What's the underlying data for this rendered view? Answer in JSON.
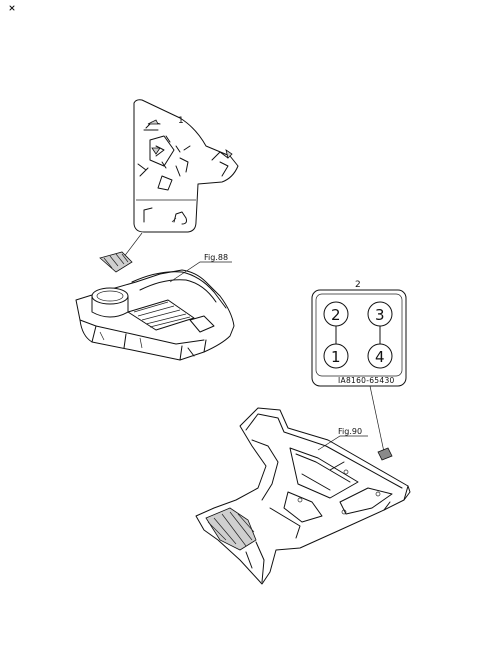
{
  "callouts": {
    "item1": "1",
    "item2": "2"
  },
  "figure_refs": {
    "upper": "Fig.88",
    "lower": "Fig.90"
  },
  "shift_pattern": {
    "gears": [
      "2",
      "3",
      "1",
      "4"
    ],
    "part_number": "IA8160-65430"
  }
}
